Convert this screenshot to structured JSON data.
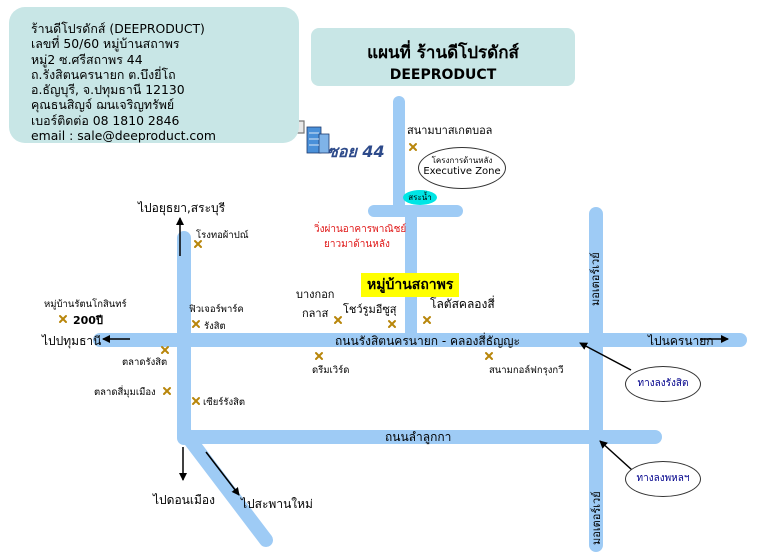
{
  "info": {
    "lines": [
      "ร้านดีโปรดักส์  (DEEPRODUCT)",
      "เลขที่ 50/60 หมู่บ้านสถาพร",
      "หมู่2 ซ.ศรีสถาพร 44",
      "ถ.รังสิตนครนายก ต.บึงยี่โถ",
      "อ.ธัญบุรี, จ.ปทุมธานี 12130",
      "คุณธนสิญจ์ ฌนเจริญทรัพย์",
      "เบอร์ติดต่อ  08 1810 2846",
      "email  : sale@deeproduct.com"
    ]
  },
  "title": {
    "thai": "แผนที่ ร้านดีโปรดักส์",
    "english": "DEEPRODUCT"
  },
  "places": {
    "soi": "ซอย 44",
    "basketball": "สนามบาสเกตบอล",
    "exec_line1": "โครงการด้านหลัง",
    "exec_line2": "Executive Zone",
    "pond": "สระน้ำ",
    "note1": "วิ่งผ่านอาคารพาณิชย์",
    "note2": "ยาวมาด้านหลัง",
    "village": "หมู่บ้านสถาพร",
    "ayutthaya": "ไปอยุธยา,สระบุรี",
    "textile": "โรงทอผ้าปณ์",
    "bangkok": "บางกอก",
    "kalas": "กลาส",
    "showroom": "โชว์รูมอีซูสุ",
    "lotus": "โลตัสคลองสี่",
    "motorway_top": "มอเตอร์เวย์",
    "rattanakosin": "หมู่บ้านรัตนโกสินทร์",
    "price_200": "200ปี",
    "future": "ฟิวเจอร์พาร์ค",
    "rangsit_small": "รังสิต",
    "pathum": "ไปปทุมธานี",
    "rangsit_nakhon_road": "ถนนรังสิตนครนายก - คลองสี่ธัญญะ",
    "nakhon_nayok": "ไปนครนายก",
    "talad_rangsit": "ตลาดรังสิต",
    "dream_world": "ดรีมเวิร์ด",
    "golf": "สนามกอล์ฟกรุงกวี",
    "to_rangsit": "ทางลงรังสิต",
    "talad_simum": "ตลาดสี่มุมเมือง",
    "zeer": "เซียร์รังสิต",
    "lam_luk_ka": "ถนนลำลูกกา",
    "to_phahon": "ทางลงพหลฯ",
    "don_mueang": "ไปดอนเมือง",
    "saphan_mai": "ไปสะพานใหม่",
    "motorway_bottom": "มอเตอร์เวย์"
  },
  "colors": {
    "road": "#9ecbf5",
    "panel": "#c8e6e6",
    "marker": "#b8860b",
    "highlight": "#ffff00",
    "red_text": "#e01818",
    "blue_text": "#00008b",
    "pond": "#00e5e5"
  },
  "icons": [
    "building-icon",
    "location-marker-icon",
    "direction-arrow-icon",
    "back-arrow-icon"
  ]
}
